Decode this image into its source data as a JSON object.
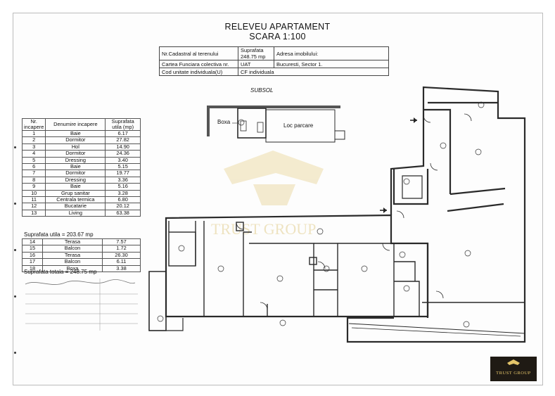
{
  "header": {
    "title": "RELEVEU APARTAMENT",
    "scale": "SCARA 1:100"
  },
  "cadastral": {
    "row1": [
      "Nr.Cadastral al terenului",
      "Suprafata",
      "Adresa imobilului:"
    ],
    "area_value": "248.75 mp",
    "row2": [
      "Cartea Funciara colectiva nr.",
      "UAT",
      "Bucuresti, Sector 1."
    ],
    "row3": [
      "Cod unitate individuala(U)",
      "CF individuala"
    ]
  },
  "rooms_table": {
    "headers": [
      "Nr. incapere",
      "Denumire incapere",
      "Suprafata utila (mp)"
    ],
    "rows": [
      [
        "1",
        "Baie",
        "6.17"
      ],
      [
        "2",
        "Dormitor",
        "27.82"
      ],
      [
        "3",
        "Hol",
        "14.90"
      ],
      [
        "4",
        "Dormitor",
        "24.36"
      ],
      [
        "5",
        "Dressing",
        "3.40"
      ],
      [
        "6",
        "Baie",
        "5.15"
      ],
      [
        "7",
        "Dormitor",
        "19.77"
      ],
      [
        "8",
        "Dressing",
        "3.36"
      ],
      [
        "9",
        "Baie",
        "5.16"
      ],
      [
        "10",
        "Grup sanitar",
        "3.28"
      ],
      [
        "11",
        "Centrala termica",
        "6.80"
      ],
      [
        "12",
        "Bucatarie",
        "20.12"
      ],
      [
        "13",
        "Living",
        "63.38"
      ]
    ],
    "subtotal": "Suprafata utila = 203.67 mp",
    "rows2": [
      [
        "14",
        "Terasa",
        "7.57"
      ],
      [
        "15",
        "Balcon",
        "1.72"
      ],
      [
        "16",
        "Terasa",
        "26.30"
      ],
      [
        "17",
        "Balcon",
        "6.11"
      ],
      [
        "18",
        "Boxa",
        "3.38"
      ]
    ],
    "total": "Suprafata totala = 248.75 mp"
  },
  "plan": {
    "basement_label": "SUBSOL",
    "boxa_label": "Boxa",
    "parking_label": "Loc parcare",
    "watermark": "TRUST GROUP"
  },
  "logo": {
    "text": "TRUST GROUP"
  },
  "colors": {
    "line": "#2a2a2a",
    "watermark": "#e8d9a8",
    "logo_bg": "#1f1a14",
    "logo_fg": "#e4c56a"
  }
}
